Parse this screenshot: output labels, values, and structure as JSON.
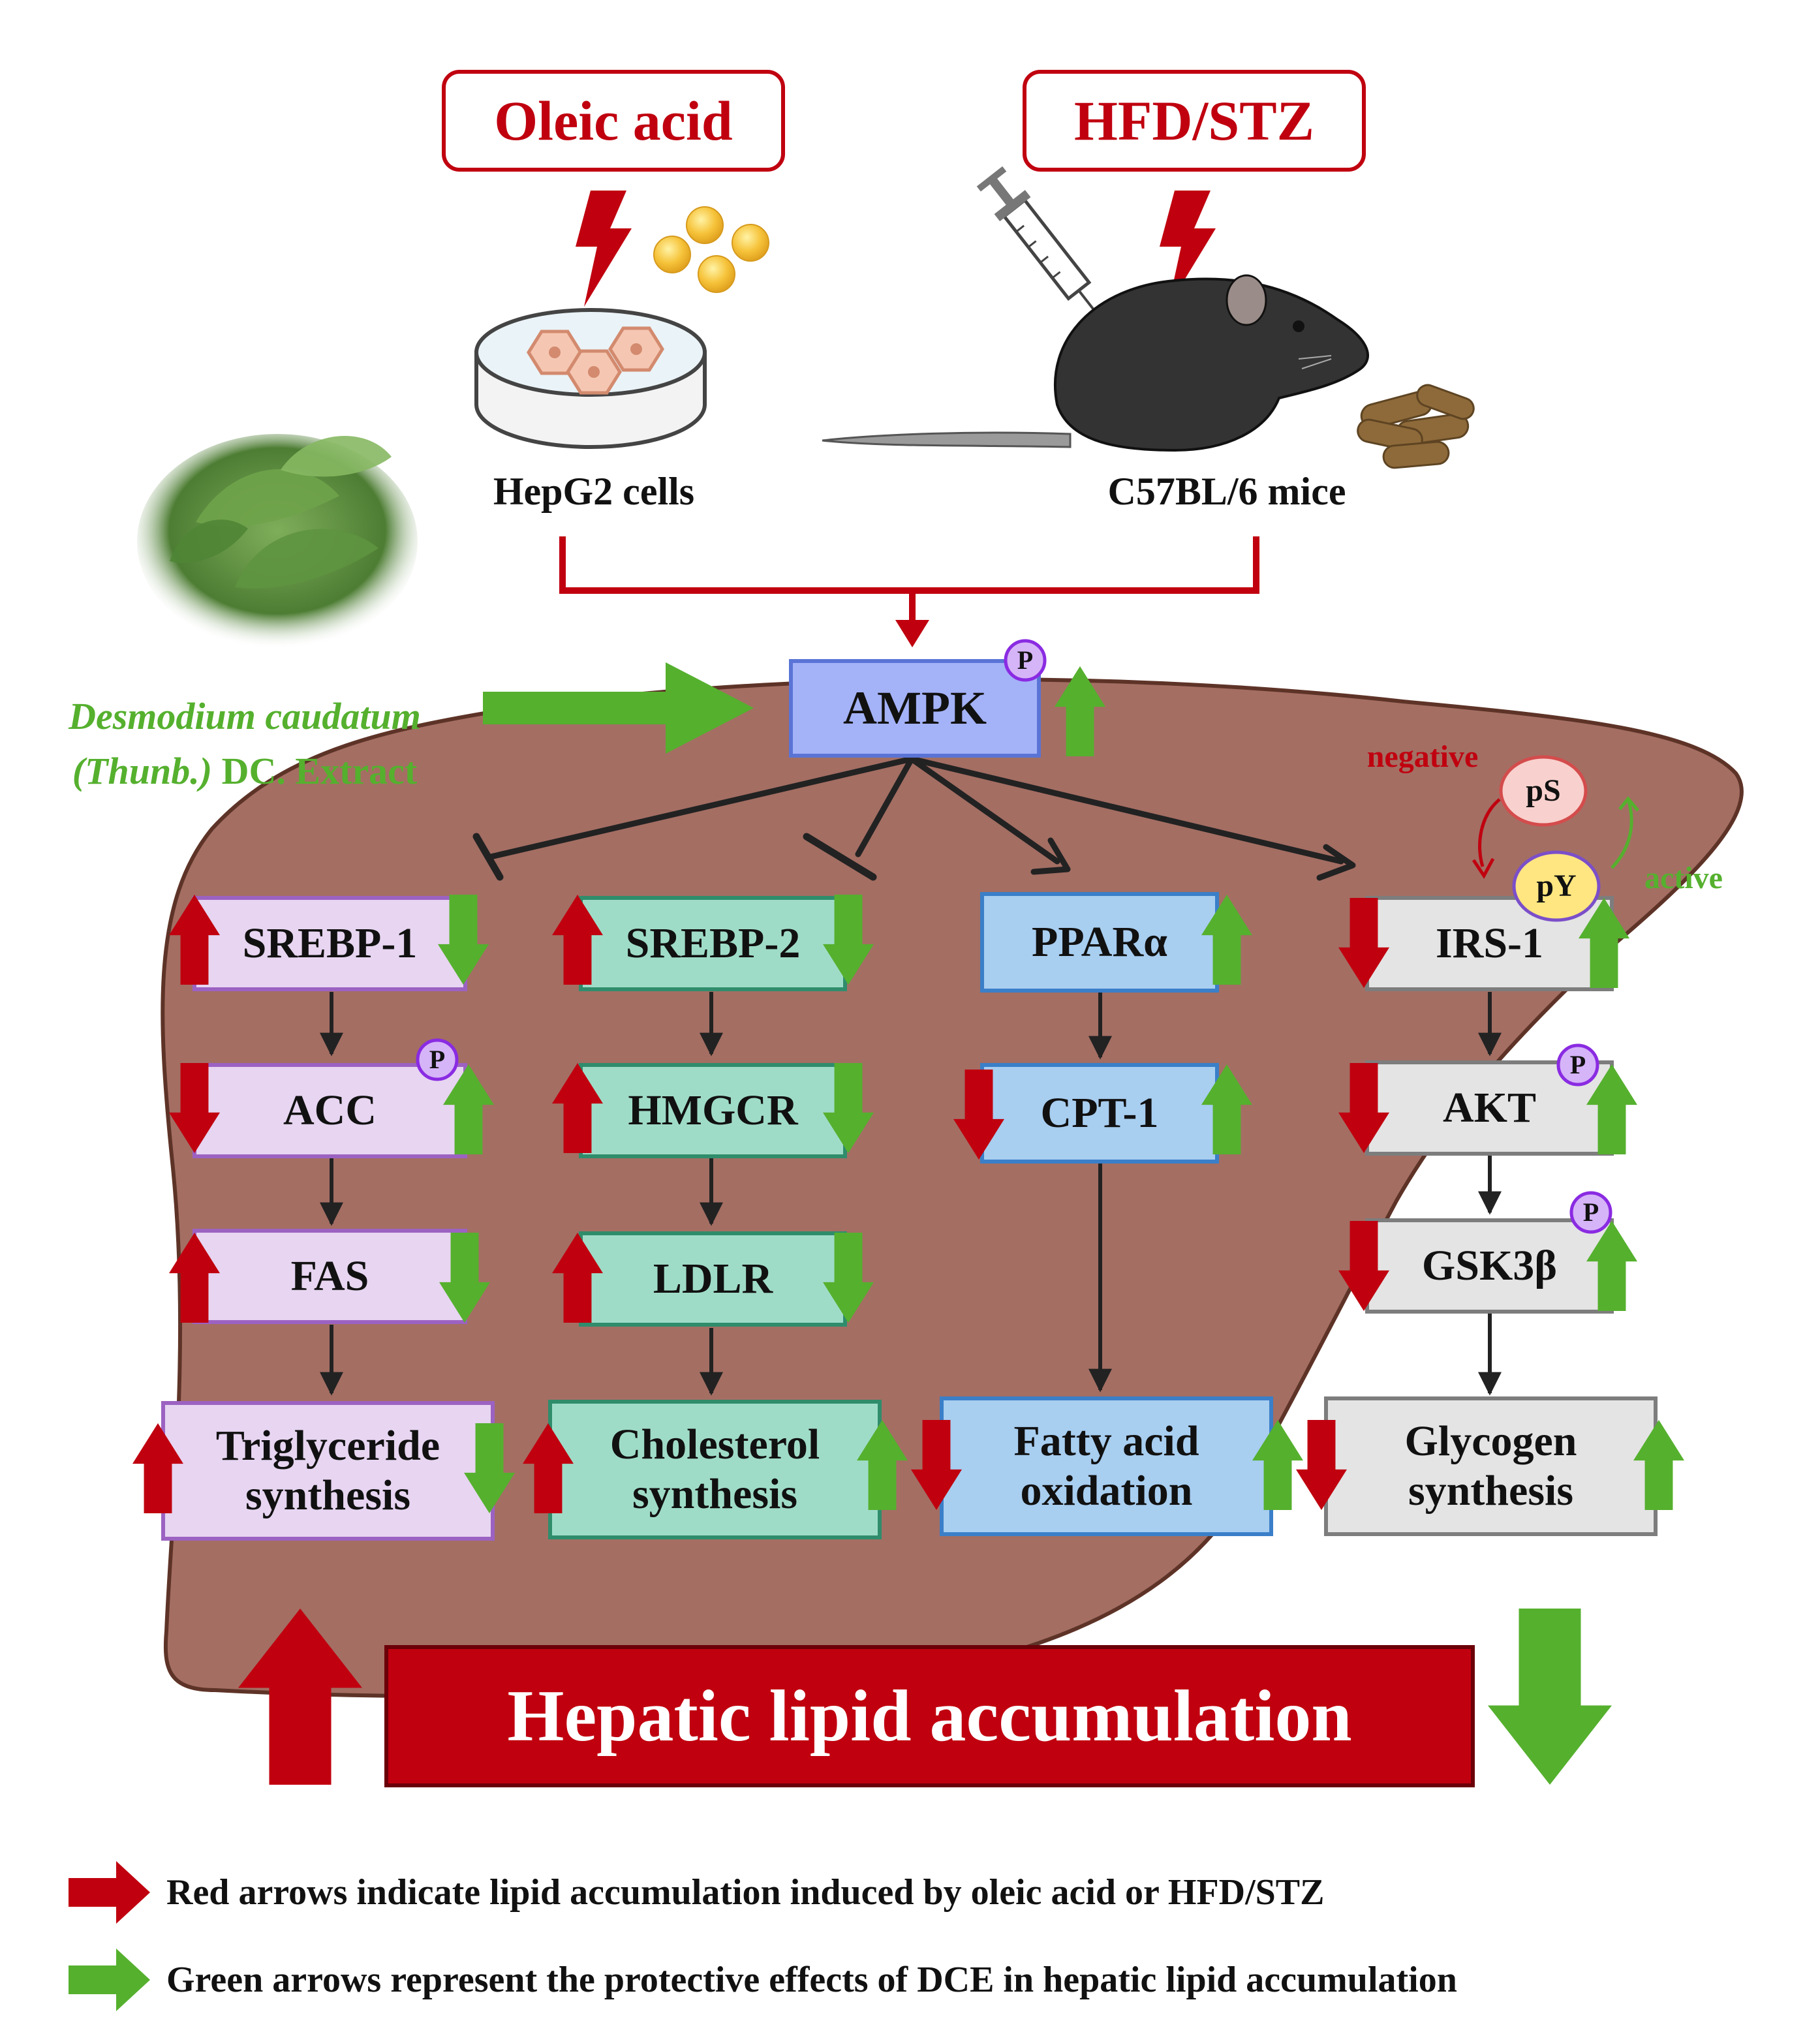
{
  "inducers": {
    "oleic_acid": "Oleic acid",
    "hfd_stz": "HFD/STZ",
    "hepg2": "HepG2 cells",
    "mice": "C57BL/6 mice"
  },
  "extract": {
    "line1_italic": "Desmodium caudatum",
    "line2_italic": "(Thunb.)",
    "line2_rest": " DC. Extract"
  },
  "ampk": {
    "label": "AMPK",
    "phospho": "P"
  },
  "irs_regulation": {
    "negative": "negative",
    "active": "active",
    "ps": "pS",
    "py": "pY"
  },
  "pathways": {
    "srebp1": {
      "nodes": [
        "SREBP-1",
        "ACC",
        "FAS"
      ],
      "output": [
        "Triglyceride",
        "synthesis"
      ]
    },
    "srebp2": {
      "nodes": [
        "SREBP-2",
        "HMGCR",
        "LDLR"
      ],
      "output": [
        "Cholesterol",
        "synthesis"
      ]
    },
    "ppara": {
      "nodes": [
        "PPARα",
        "CPT-1"
      ],
      "output": [
        "Fatty acid",
        "oxidation"
      ]
    },
    "irs1": {
      "nodes": [
        "IRS-1",
        "AKT",
        "GSK3β"
      ],
      "output": [
        "Glycogen",
        "synthesis"
      ]
    }
  },
  "phospho_badges": {
    "acc": "P",
    "akt": "P",
    "gsk3b": "P"
  },
  "outcome": "Hepatic lipid accumulation",
  "legend": {
    "red": "Red arrows indicate lipid accumulation induced by oleic acid or HFD/STZ",
    "green": "Green arrows represent the protective effects of DCE in hepatic lipid accumulation"
  },
  "colors": {
    "induced_red": "#c0000f",
    "protective_green": "#55b02e",
    "liver": "#a46e63",
    "ampk_box": "#a4b2f8",
    "srebp1_box": "#e7d5f1",
    "srebp2_box": "#9fdcc8",
    "ppara_box": "#a8cef0",
    "irs1_box": "#e4e4e4"
  }
}
